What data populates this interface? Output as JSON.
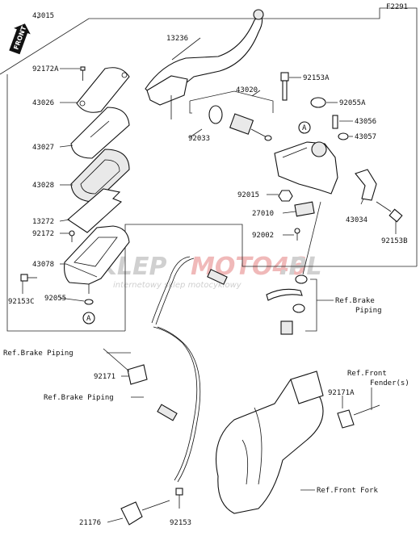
{
  "figure_code": "F2291",
  "front_label": "FRONT",
  "watermark": {
    "left": "SKLEP",
    "red": "MOTO46",
    "right": ".PL",
    "sub": "internetowy sklep motocyklowy"
  },
  "parts": {
    "p43015": "43015",
    "p92172A": "92172A",
    "p43026": "43026",
    "p43027": "43027",
    "p43028": "43028",
    "p13272": "13272",
    "p92172": "92172",
    "p43078": "43078",
    "p92153C": "92153C",
    "p92055": "92055",
    "p13236": "13236",
    "p43020": "43020",
    "p92033": "92033",
    "p92153A": "92153A",
    "p92055A": "92055A",
    "p43056": "43056",
    "p43057": "43057",
    "p92015": "92015",
    "p27010": "27010",
    "p92002": "92002",
    "p43034": "43034",
    "p92153B": "92153B",
    "p92171": "92171",
    "p92171A": "92171A",
    "p21176": "21176",
    "p92153": "92153"
  },
  "refs": {
    "brake_piping_right_1": "Ref.Brake",
    "brake_piping_right_2": "Piping",
    "brake_piping_left_a": "Ref.Brake Piping",
    "brake_piping_left_b": "Ref.Brake Piping",
    "front_fender_1": "Ref.Front",
    "front_fender_2": "Fender(s)",
    "front_fork": "Ref.Front Fork"
  },
  "callouts": {
    "a": "A"
  }
}
